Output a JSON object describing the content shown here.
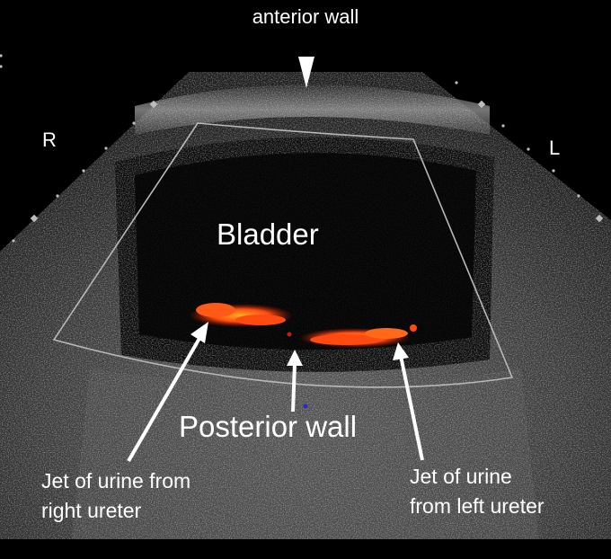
{
  "labels": {
    "anterior_wall": "anterior wall",
    "right_marker": "R",
    "left_marker": "L",
    "bladder": "Bladder",
    "posterior_wall": "Posterior wall",
    "jet_right_line1": "Jet of urine from",
    "jet_right_line2": "right ureter",
    "jet_left_line1": "Jet of urine",
    "jet_left_line2": "from left ureter"
  },
  "colors": {
    "background": "#000000",
    "text": "#ffffff",
    "doppler_jet": "#ff4a12",
    "doppler_core": "#ffb020",
    "roi_box": "#b8b8b8"
  },
  "icons": [
    "arrowhead-down-icon",
    "arrow-icon"
  ]
}
